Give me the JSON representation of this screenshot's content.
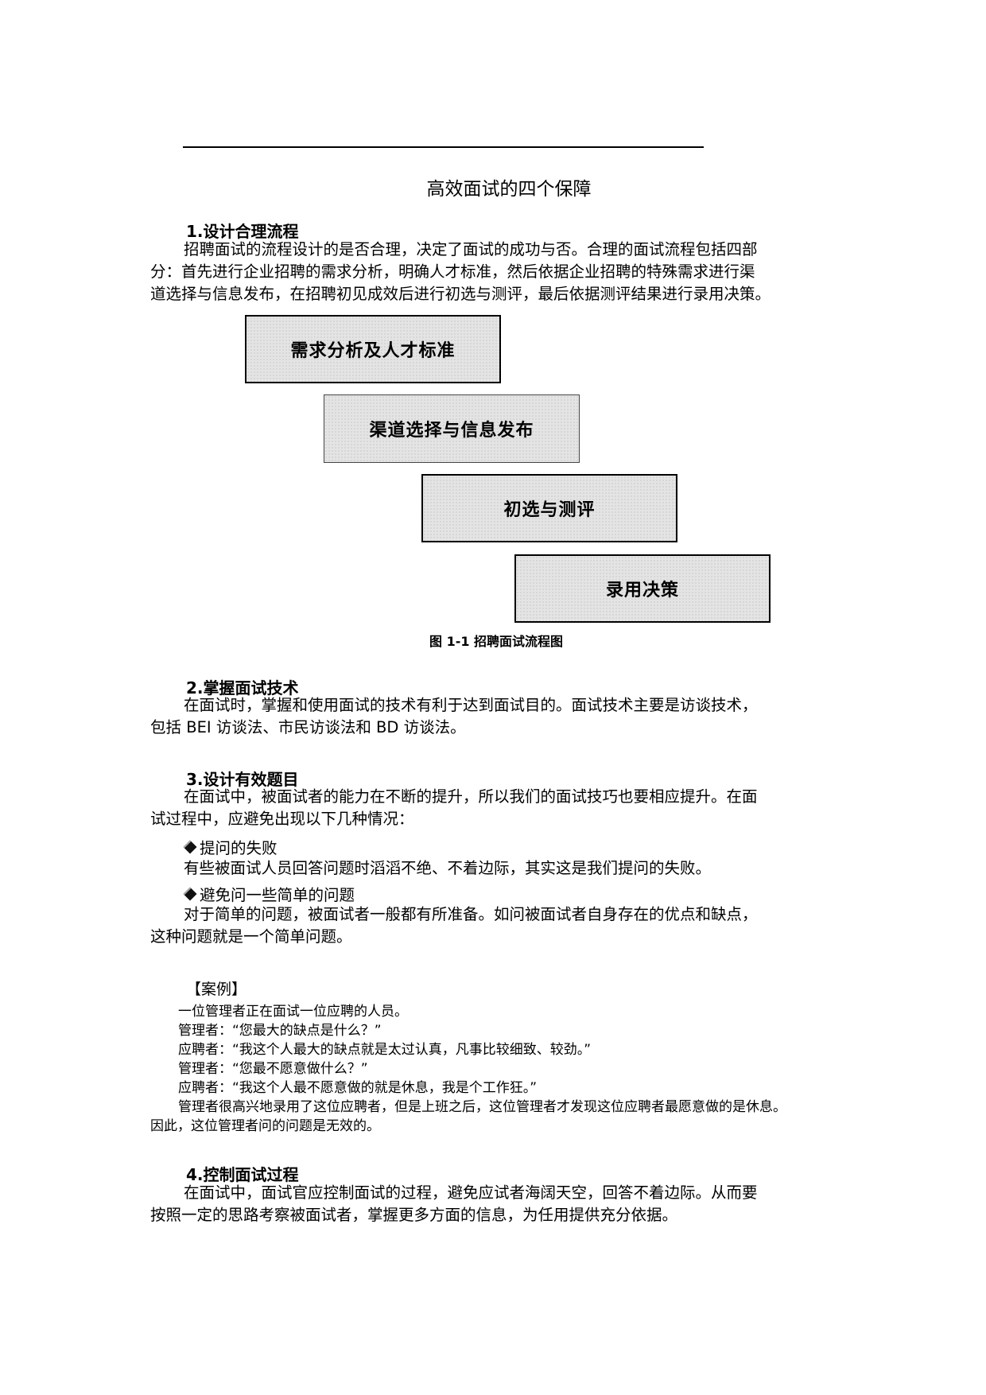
{
  "document": {
    "title": "高效面试的四个保障",
    "sections": [
      {
        "heading": "1.设计合理流程",
        "paragraph_lines": [
          "招聘面试的流程设计的是否合理，决定了面试的成功与否。合理的面试流程包括四部",
          "分：首先进行企业招聘的需求分析，明确人才标准，然后依据企业招聘的特殊需求进行渠",
          "道选择与信息发布，在招聘初见成效后进行初选与测评，最后依据测评结果进行录用决策。"
        ]
      },
      {
        "heading": "2.掌握面试技术",
        "paragraph_lines": [
          "在面试时，掌握和使用面试的技术有利于达到面试目的。面试技术主要是访谈技术，",
          "包括 BEI 访谈法、市民访谈法和 BD 访谈法。"
        ]
      },
      {
        "heading": "3.设计有效题目",
        "paragraph_lines": [
          "在面试中，被面试者的能力在不断的提升，所以我们的面试技巧也要相应提升。在面",
          "试过程中，应避免出现以下几种情况："
        ],
        "bullets": [
          {
            "label": "提问的失败",
            "text_lines": [
              "有些被面试人员回答问题时滔滔不绝、不着边际，其实这是我们提问的失败。"
            ]
          },
          {
            "label": "避免问一些简单的问题",
            "text_lines": [
              "对于简单的问题，被面试者一般都有所准备。如问被面试者自身存在的优点和缺点，",
              "这种问题就是一个简单问题。"
            ]
          }
        ],
        "case": {
          "label": "【案例】",
          "lines": [
            "一位管理者正在面试一位应聘的人员。",
            "管理者：“您最大的缺点是什么？”",
            "应聘者：“我这个人最大的缺点就是太过认真，凡事比较细致、较劲。”",
            "管理者：“您最不愿意做什么？”",
            "应聘者：“我这个人最不愿意做的就是休息，我是个工作狂。”"
          ],
          "conclusion_lines": [
            "管理者很高兴地录用了这位应聘者，但是上班之后，这位管理者才发现这位应聘者最愿意做的是休息。",
            "因此，这位管理者问的问题是无效的。"
          ]
        }
      },
      {
        "heading": "4.控制面试过程",
        "paragraph_lines": [
          "在面试中，面试官应控制面试的过程，避免应试者海阔天空，回答不着边际。从而要",
          "按照一定的思路考察被面试者，掌握更多方面的信息，为任用提供充分依据。"
        ]
      }
    ],
    "figure": {
      "steps": [
        "需求分析及人才标准",
        "渠道选择与信息发布",
        "初选与测评",
        "录用决策"
      ],
      "caption": "图 1-1   招聘面试流程图"
    }
  }
}
